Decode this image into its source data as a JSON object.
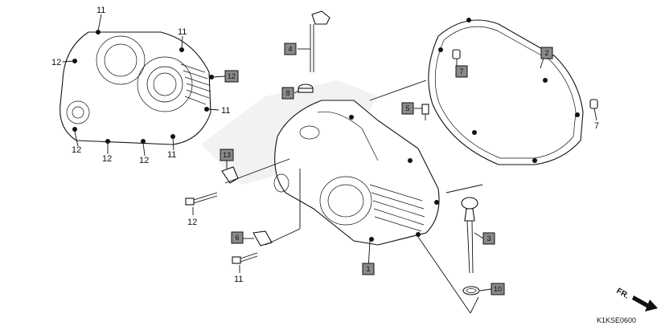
{
  "diagram": {
    "code": "K1KSE0600",
    "direction_label": "FR.",
    "boxed_callouts": [
      "4",
      "8",
      "5",
      "7",
      "2",
      "1",
      "3",
      "10",
      "6",
      "13",
      "12"
    ],
    "plain_callouts": [
      "11",
      "11",
      "11",
      "11",
      "12",
      "12",
      "12",
      "12",
      "7",
      "12",
      "11"
    ]
  }
}
